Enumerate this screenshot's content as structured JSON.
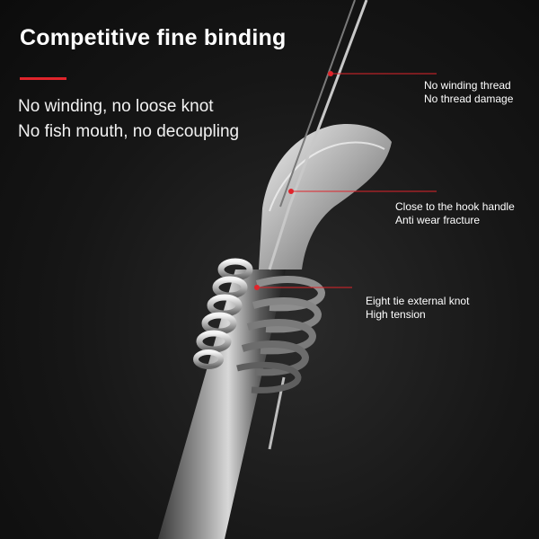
{
  "header": {
    "title": "Competitive fine binding",
    "accent_color": "#e0242b"
  },
  "taglines": [
    "No winding, no loose knot",
    "No fish mouth, no decoupling"
  ],
  "callouts": [
    {
      "line1": "No winding thread",
      "line2": "No thread damage"
    },
    {
      "line1": "Close to the hook handle",
      "line2": "Anti wear fracture"
    },
    {
      "line1": "Eight tie external knot",
      "line2": "High tension"
    }
  ],
  "illustration": {
    "subject": "fishing-hook-shank-with-line-knot",
    "marker_color": "#e0242b"
  }
}
